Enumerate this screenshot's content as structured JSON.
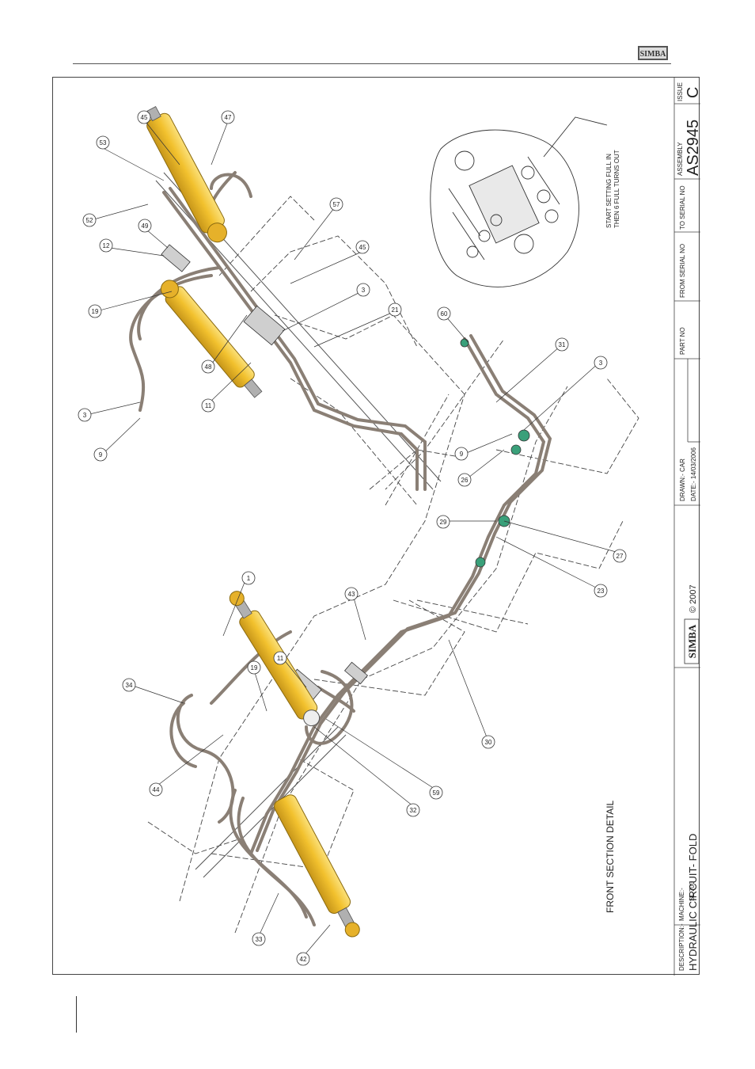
{
  "header": {
    "logo_text": "SIMBA"
  },
  "title_block": {
    "description_label": "DESCRIPTION:-",
    "description": "HYDRAULIC CIRCUIT- FOLD",
    "machine_label": "MACHINE:-",
    "machine": "SL 700",
    "logo_text": "SIMBA",
    "copyright": "© 2007",
    "drawn": "DRAWN:-  CAR",
    "date": "DATE:-  14/03/2006",
    "part_no_label": "PART NO",
    "from_serial_label": "FROM SERIAL NO",
    "to_serial_label": "TO SERIAL NO",
    "assembly_label": "ASSEMBLY",
    "assembly": "AS2945",
    "issue_label": "ISSUE",
    "issue": "C"
  },
  "section_label": "FRONT SECTION DETAIL",
  "note": {
    "line1": "START SETTING FULL IN",
    "line2": "THEN 6 FULL TURNS OUT"
  },
  "callouts": {
    "c45a": "45",
    "c47": "47",
    "c53": "53",
    "c52": "52",
    "c57": "57",
    "c49": "49",
    "c12": "12",
    "c45b": "45",
    "c19a": "19",
    "c3a": "3",
    "c21": "21",
    "c48": "48",
    "c60": "60",
    "c11a": "11",
    "c31": "31",
    "c3b": "3",
    "c3c": "3",
    "c9a": "9",
    "c9b": "9",
    "c26": "26",
    "c29": "29",
    "c27": "27",
    "c23": "23",
    "c1": "1",
    "c43": "43",
    "c34": "34",
    "c19b": "19",
    "c11b": "11",
    "c44": "44",
    "c30": "30",
    "c59": "59",
    "c32": "32",
    "c33": "33",
    "c42": "42"
  },
  "colors": {
    "cylinder": "#F2C12E",
    "cylinder_edge": "#8a6a10",
    "hose": "#8a7f75",
    "valve": "#3aa07a"
  }
}
